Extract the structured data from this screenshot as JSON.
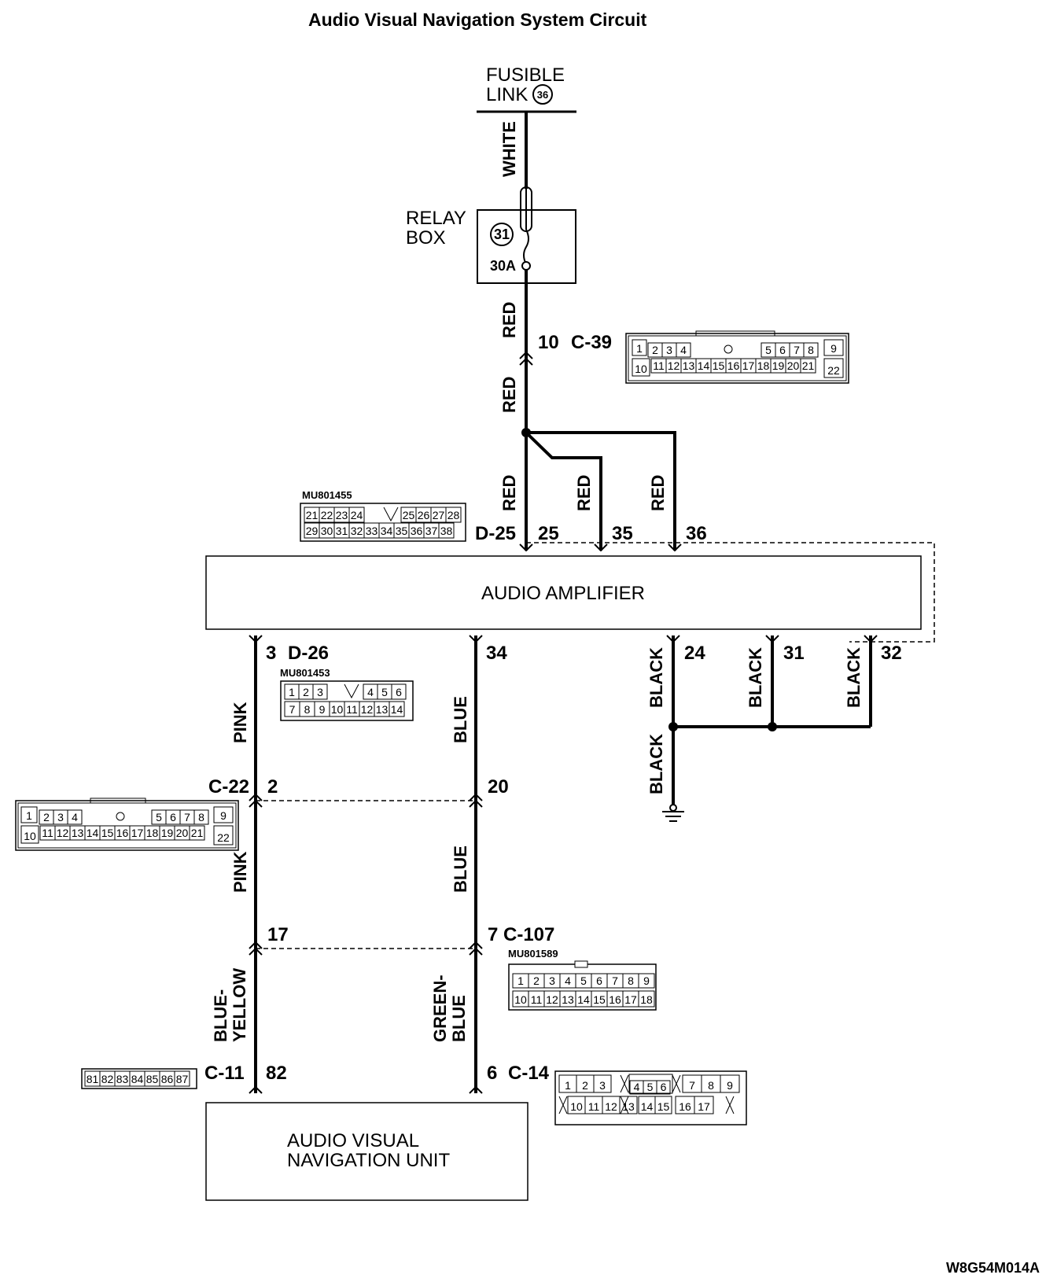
{
  "title": "Audio Visual Navigation System Circuit",
  "fusible_link": {
    "line1": "FUSIBLE",
    "line2": "LINK",
    "number": "36"
  },
  "relay_box": {
    "line1": "RELAY",
    "line2": "BOX",
    "fuse_number": "31",
    "fuse_rating": "30A"
  },
  "wires": {
    "white": "WHITE",
    "red": "RED",
    "pink": "PINK",
    "blue": "BLUE",
    "black": "BLACK",
    "blue_yellow_1": "BLUE-",
    "blue_yellow_2": "YELLOW",
    "green_blue_1": "GREEN-",
    "green_blue_2": "BLUE"
  },
  "pins": {
    "c39_pin": "10",
    "c39": "C-39",
    "d25": "D-25",
    "d25_pin25": "25",
    "d25_pin35": "35",
    "d25_pin36": "36",
    "d26_pin3": "3",
    "d26": "D-26",
    "d26_pin34": "34",
    "d26_pin24": "24",
    "d26_pin31": "31",
    "d26_pin32": "32",
    "c22": "C-22",
    "c22_pin2": "2",
    "c22_pin20": "20",
    "c107_pin17": "17",
    "c107_pin7": "7",
    "c107": "C-107",
    "c11": "C-11",
    "c11_pin82": "82",
    "c14_pin6": "6",
    "c14": "C-14"
  },
  "components": {
    "amplifier": "AUDIO AMPLIFIER",
    "avn_line1": "AUDIO VISUAL",
    "avn_line2": "NAVIGATION UNIT"
  },
  "part_numbers": {
    "d25": "MU801455",
    "d26": "MU801453",
    "c107": "MU801589"
  },
  "connectors": {
    "c39": {
      "top": [
        "1",
        "2",
        "3",
        "4",
        "5",
        "6",
        "7",
        "8",
        "9"
      ],
      "bottom": [
        "10",
        "11",
        "12",
        "13",
        "14",
        "15",
        "16",
        "17",
        "18",
        "19",
        "20",
        "21",
        "22"
      ]
    },
    "d25": {
      "top": [
        "21",
        "22",
        "23",
        "24",
        "25",
        "26",
        "27",
        "28"
      ],
      "bottom": [
        "29",
        "30",
        "31",
        "32",
        "33",
        "34",
        "35",
        "36",
        "37",
        "38"
      ]
    },
    "d26": {
      "top": [
        "1",
        "2",
        "3",
        "4",
        "5",
        "6"
      ],
      "bottom": [
        "7",
        "8",
        "9",
        "10",
        "11",
        "12",
        "13",
        "14"
      ]
    },
    "c22": {
      "top": [
        "1",
        "2",
        "3",
        "4",
        "5",
        "6",
        "7",
        "8",
        "9"
      ],
      "bottom": [
        "10",
        "11",
        "12",
        "13",
        "14",
        "15",
        "16",
        "17",
        "18",
        "19",
        "20",
        "21",
        "22"
      ]
    },
    "c107": {
      "top": [
        "1",
        "2",
        "3",
        "4",
        "5",
        "6",
        "7",
        "8",
        "9"
      ],
      "bottom": [
        "10",
        "11",
        "12",
        "13",
        "14",
        "15",
        "16",
        "17",
        "18"
      ]
    },
    "c11": {
      "cells": [
        "81",
        "82",
        "83",
        "84",
        "85",
        "86",
        "87"
      ]
    },
    "c14": {
      "top": [
        "1",
        "2",
        "3",
        "4",
        "5",
        "6",
        "7",
        "8",
        "9"
      ],
      "bottom": [
        "10",
        "11",
        "12",
        "13",
        "14",
        "15",
        "16",
        "17"
      ]
    }
  },
  "figure_code": "W8G54M014A"
}
